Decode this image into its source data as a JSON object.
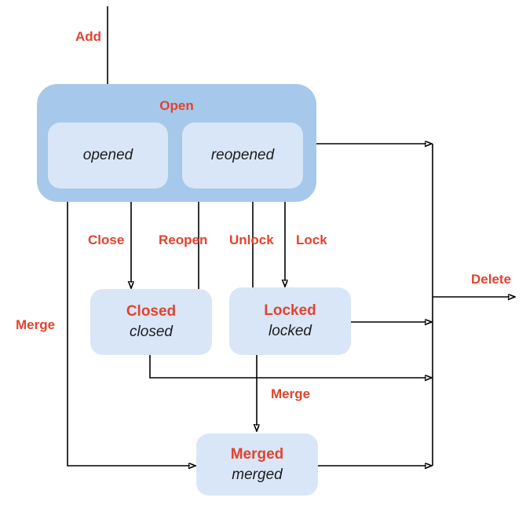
{
  "diagram": {
    "type": "state-diagram",
    "states": {
      "open": {
        "label": "Open",
        "substates": {
          "opened": {
            "label": "opened"
          },
          "reopened": {
            "label": "reopened"
          }
        }
      },
      "closed": {
        "label": "Closed",
        "sublabel": "closed"
      },
      "locked": {
        "label": "Locked",
        "sublabel": "locked"
      },
      "merged": {
        "label": "Merged",
        "sublabel": "merged"
      }
    },
    "transitions": {
      "add": {
        "label": "Add",
        "from": "start",
        "to": "opened"
      },
      "close": {
        "label": "Close",
        "from": "open",
        "to": "closed"
      },
      "reopen": {
        "label": "Reopen",
        "from": "closed",
        "to": "reopened"
      },
      "unlock": {
        "label": "Unlock",
        "from": "locked",
        "to": "reopened"
      },
      "lock": {
        "label": "Lock",
        "from": "open",
        "to": "locked"
      },
      "merge_from_open": {
        "label": "Merge",
        "from": "open",
        "to": "merged"
      },
      "merge_from_closed_locked": {
        "label": "Merge",
        "from": "closed/locked",
        "to": "merged"
      },
      "delete": {
        "label": "Delete",
        "from": "open/closed/locked/merged",
        "to": "end"
      }
    },
    "colors": {
      "container_fill": "#a6c8ea",
      "state_fill": "#d9e6f7",
      "label_red": "#e2432e",
      "line": "#000000",
      "text_dark": "#1c1c1e",
      "background": "#ffffff"
    }
  }
}
